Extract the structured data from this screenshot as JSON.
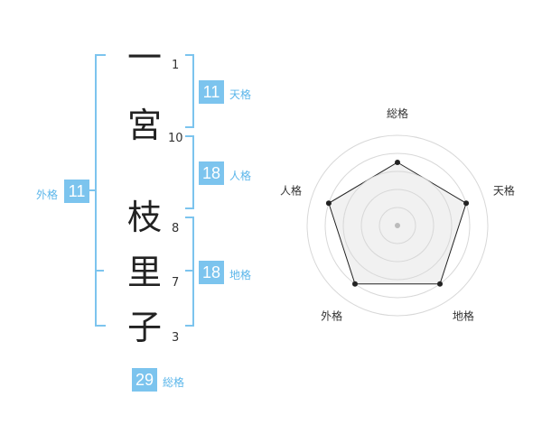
{
  "name": {
    "characters": [
      {
        "char": "一",
        "strokes": "1"
      },
      {
        "char": "宮",
        "strokes": "10"
      },
      {
        "char": "枝",
        "strokes": "8"
      },
      {
        "char": "里",
        "strokes": "7"
      },
      {
        "char": "子",
        "strokes": "3"
      }
    ]
  },
  "scores": {
    "tenkaku": {
      "value": "11",
      "label": "天格"
    },
    "jinkaku": {
      "value": "18",
      "label": "人格"
    },
    "chikaku": {
      "value": "18",
      "label": "地格"
    },
    "gaikaku": {
      "value": "11",
      "label": "外格"
    },
    "soukaku": {
      "value": "29",
      "label": "総格"
    }
  },
  "chart_data": {
    "type": "radar",
    "categories": [
      "総格",
      "天格",
      "地格",
      "外格",
      "人格"
    ],
    "values": [
      3.5,
      4,
      4,
      4,
      4
    ],
    "max": 5,
    "rings": 5,
    "colors": {
      "fill": "#eeeeee",
      "line": "#222222",
      "ring": "#d8d8d8",
      "center": "#bbbbbb"
    }
  },
  "colors": {
    "accent": "#7cc4ee"
  }
}
